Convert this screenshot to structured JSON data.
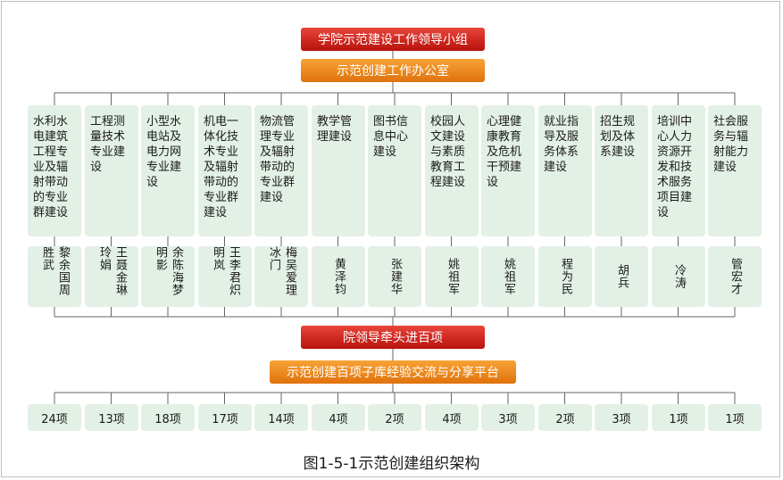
{
  "header": {
    "title": "学院示范建设工作领导小组",
    "office": "示范创建工作办公室"
  },
  "columns": [
    {
      "name": "水利水电建筑工程专业及辐射带动的专业群建设",
      "leader": "黎余国周胜武",
      "count": "24项"
    },
    {
      "name": "工程测量技术专业建设",
      "leader": "王聂金琳玲娟",
      "count": "13项"
    },
    {
      "name": "小型水电站及电力网专业建设",
      "leader": "余陈海梦明影",
      "count": "18项"
    },
    {
      "name": "机电一体化技术专业及辐射带动的专业群建设",
      "leader": "王李君炽明岚",
      "count": "17项"
    },
    {
      "name": "物流管理专业及辐射带动的专业群建设",
      "leader": "梅吴爱理冰门",
      "count": "14项"
    },
    {
      "name": "教学管理建设",
      "leader": "黄泽钧",
      "count": "4项"
    },
    {
      "name": "图书信息中心建设",
      "leader": "张建华",
      "count": "2项"
    },
    {
      "name": "校园人文建设与素质教育工程建设",
      "leader": "姚祖军",
      "count": "4项"
    },
    {
      "name": "心理健康教育及危机干预建设",
      "leader": "姚祖军",
      "count": "3项"
    },
    {
      "name": "就业指导及服务体系建设",
      "leader": "程为民",
      "count": "2项"
    },
    {
      "name": "招生规划及体系建设",
      "leader": "胡兵",
      "count": "3项"
    },
    {
      "name": "培训中心人力资源开发和技术服务项目建设",
      "leader": "冷涛",
      "count": "1项"
    },
    {
      "name": "社会服务与辐射能力建设",
      "leader": "管宏才",
      "count": "1项"
    }
  ],
  "middle": {
    "lead": "院领导牵头进百项",
    "platform": "示范创建百项子库经验交流与分享平台"
  },
  "caption": "图1-5-1示范创建组织架构"
}
